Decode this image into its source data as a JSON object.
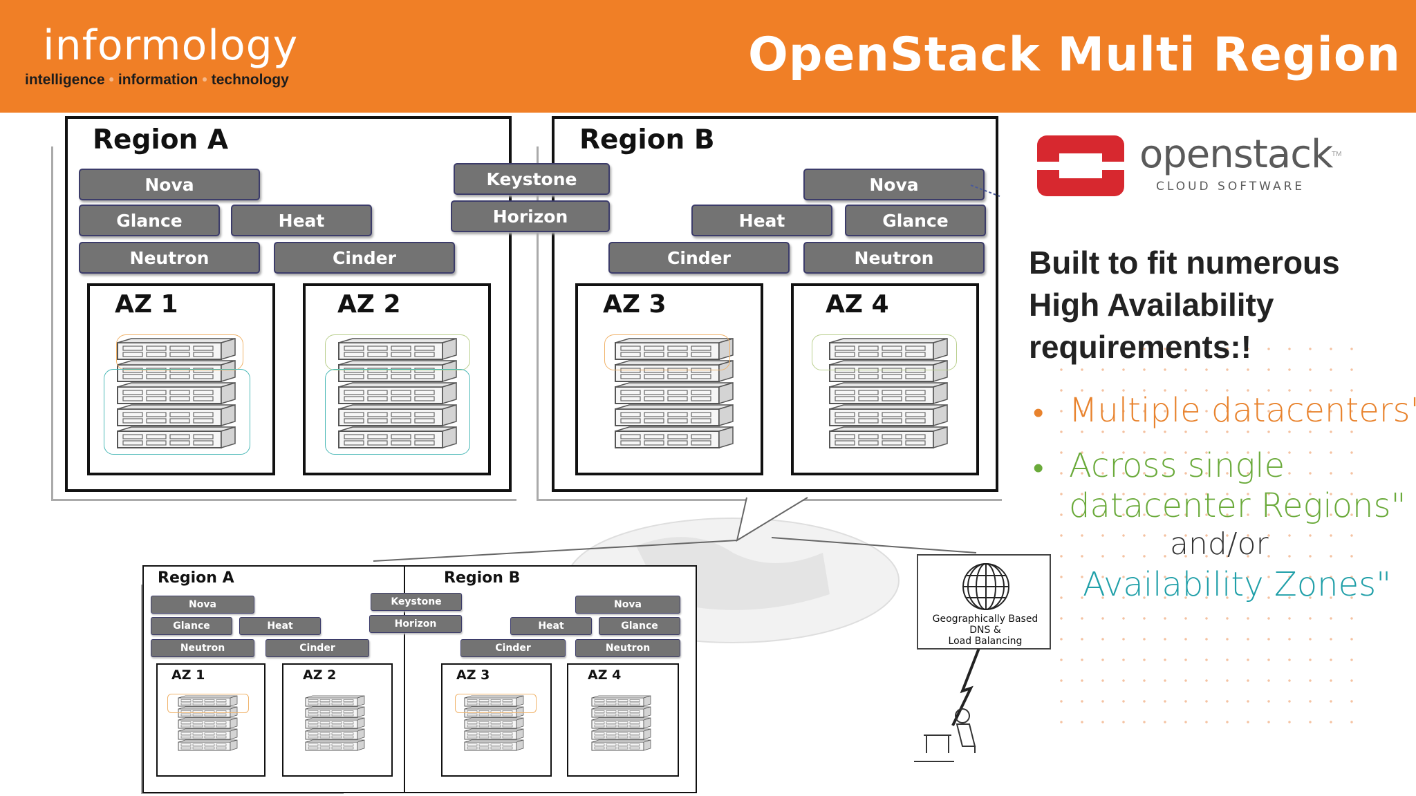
{
  "header": {
    "logo": "informology",
    "tagline": [
      "intelligence",
      "information",
      "technology"
    ],
    "title": "OpenStack Multi Region"
  },
  "diagram_top": {
    "regions": [
      {
        "title": "Region A",
        "services": [
          "Nova",
          "Glance",
          "Heat",
          "Neutron",
          "Cinder"
        ],
        "azs": [
          "AZ 1",
          "AZ 2"
        ]
      },
      {
        "title": "Region B",
        "services": [
          "Nova",
          "Heat",
          "Glance",
          "Cinder",
          "Neutron"
        ],
        "azs": [
          "AZ 3",
          "AZ 4"
        ]
      }
    ],
    "shared": [
      "Keystone",
      "Horizon"
    ]
  },
  "diagram_bottom": {
    "regions": [
      {
        "title": "Region A",
        "services": [
          "Nova",
          "Glance",
          "Heat",
          "Neutron",
          "Cinder"
        ],
        "azs": [
          "AZ 1",
          "AZ 2"
        ]
      },
      {
        "title": "Region B",
        "services": [
          "Nova",
          "Heat",
          "Glance",
          "Cinder",
          "Neutron"
        ],
        "azs": [
          "AZ 3",
          "AZ 4"
        ]
      }
    ],
    "shared": [
      "Keystone",
      "Horizon"
    ],
    "dns": [
      "Geographically Based",
      "DNS &",
      "Load Balancing"
    ]
  },
  "brand": {
    "word": "openstack",
    "sub": "CLOUD SOFTWARE",
    "tm": "TM"
  },
  "text": {
    "headline": [
      "Built to fit numerous",
      "High Availability",
      "requirements:!"
    ],
    "bullet1": "Multiple datacenters\"",
    "bullet2_line1": "Across single",
    "bullet2_line2": "datacenter Regions\"",
    "andor": "and/or",
    "bullet2_line3": "Availability Zones\""
  },
  "colors": {
    "accent": "#f07f26",
    "bullet_orange": "#e8822c",
    "bullet_green": "#6aaa3a",
    "teal": "#1f9fa8"
  }
}
